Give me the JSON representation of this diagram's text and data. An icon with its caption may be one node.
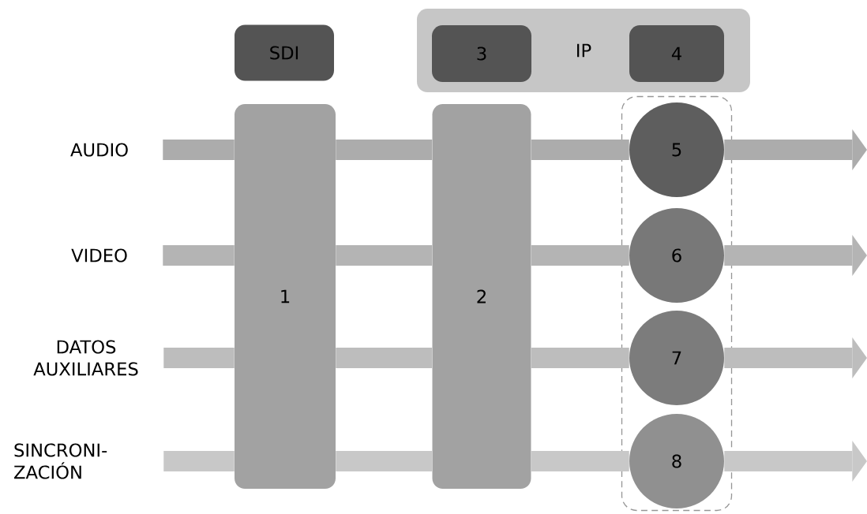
{
  "diagram": {
    "nodes": [
      {
        "text": [
          "SDI"
        ]
      },
      {
        "text": [
          "IP"
        ]
      },
      {
        "text": [
          "3"
        ],
        "in": 1
      },
      {
        "text": [
          "4"
        ],
        "in": 1
      },
      {
        "text": [
          "1"
        ]
      },
      {
        "text": [
          "2"
        ]
      },
      {
        "text": [],
        "shape": "box"
      },
      {
        "text": [
          "5"
        ],
        "in": 6
      },
      {
        "text": [
          "6"
        ],
        "in": 6
      },
      {
        "text": [
          "7"
        ],
        "in": 6
      },
      {
        "text": [
          "8"
        ],
        "in": 6
      },
      {
        "text": [
          "AUDIO"
        ]
      },
      {
        "text": [
          "VIDEO"
        ]
      },
      {
        "text": [
          "DATOS AUXILIARES"
        ]
      },
      {
        "text": [
          "SINCRONI-ZACIÓN"
        ]
      }
    ],
    "edges": [
      {
        "from": 11,
        "to": 4,
        "arrow": "none",
        "color": "#acacac"
      },
      {
        "from": 4,
        "to": 5,
        "arrow": "none",
        "color": "#acacac"
      },
      {
        "from": 5,
        "to": 7,
        "arrow": "none",
        "color": "#acacac"
      },
      {
        "from": 7,
        "to": null,
        "arrow": "to",
        "color": "#acacac"
      },
      {
        "from": 12,
        "to": 4,
        "arrow": "none",
        "color": "#b4b4b4"
      },
      {
        "from": 4,
        "to": 5,
        "arrow": "none",
        "color": "#b4b4b4"
      },
      {
        "from": 5,
        "to": 8,
        "arrow": "none",
        "color": "#b4b4b4"
      },
      {
        "from": 8,
        "to": null,
        "arrow": "to",
        "color": "#b4b4b4"
      },
      {
        "from": 13,
        "to": 4,
        "arrow": "none",
        "color": "#bdbdbd"
      },
      {
        "from": 4,
        "to": 5,
        "arrow": "none",
        "color": "#bdbdbd"
      },
      {
        "from": 5,
        "to": 9,
        "arrow": "none",
        "color": "#bdbdbd"
      },
      {
        "from": 9,
        "to": null,
        "arrow": "to",
        "color": "#bdbdbd"
      },
      {
        "from": 14,
        "to": 4,
        "arrow": "none",
        "color": "#c8c8c8"
      },
      {
        "from": 4,
        "to": 5,
        "arrow": "none",
        "color": "#c8c8c8"
      },
      {
        "from": 5,
        "to": 10,
        "arrow": "none",
        "color": "#c8c8c8"
      },
      {
        "from": 10,
        "to": null,
        "arrow": "to",
        "color": "#c8c8c8"
      }
    ]
  }
}
